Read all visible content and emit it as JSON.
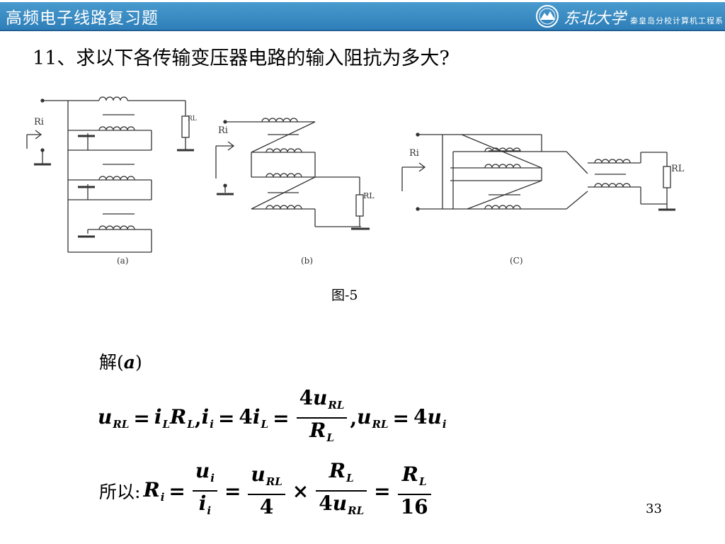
{
  "header": {
    "title": "高频电子线路复习题",
    "logo_text": "东北大学",
    "logo_sub": "秦皇岛分校计算机工程系",
    "colors": {
      "bar": "#3a8cc6",
      "text": "#ffffff"
    }
  },
  "question": "11、求以下各传输变压器电路的输入阻抗为多大?",
  "figure": {
    "labels": {
      "ri": "Ri",
      "rl": "RL",
      "a": "(a)",
      "b": "(b)",
      "c": "(C)"
    },
    "caption": "图-5"
  },
  "solution": {
    "label_prefix": "解(",
    "label_var": "a",
    "label_suffix": ")",
    "therefore": "所以:"
  },
  "page_number": "33"
}
